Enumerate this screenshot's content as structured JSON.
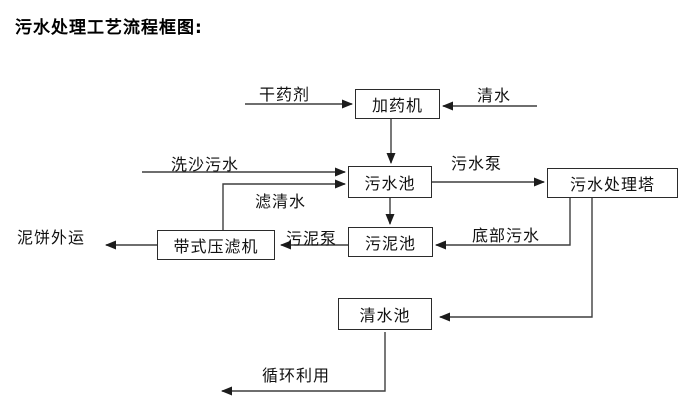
{
  "title": "污水处理工艺流程框图:",
  "nodes": {
    "dosing_machine": "加药机",
    "sewage_pool": "污水池",
    "treatment_tower": "污水处理塔",
    "sludge_pool": "污泥池",
    "belt_filter_press": "带式压滤机",
    "clean_water_pool": "清水池"
  },
  "labels": {
    "dry_chemical": "干药剂",
    "clean_water": "清水",
    "sand_washing_sewage": "洗沙污水",
    "filtered_water": "滤清水",
    "sewage_pump": "污水泵",
    "bottom_sewage": "底部污水",
    "sludge_pump": "污泥泵",
    "mud_cake_out": "泥饼外运",
    "recycling": "循环利用"
  },
  "colors": {
    "line": "#3f3f3f",
    "arrow": "#1c1c1c",
    "border": "#2b2b2b",
    "text": "#111111",
    "background": "#ffffff"
  }
}
